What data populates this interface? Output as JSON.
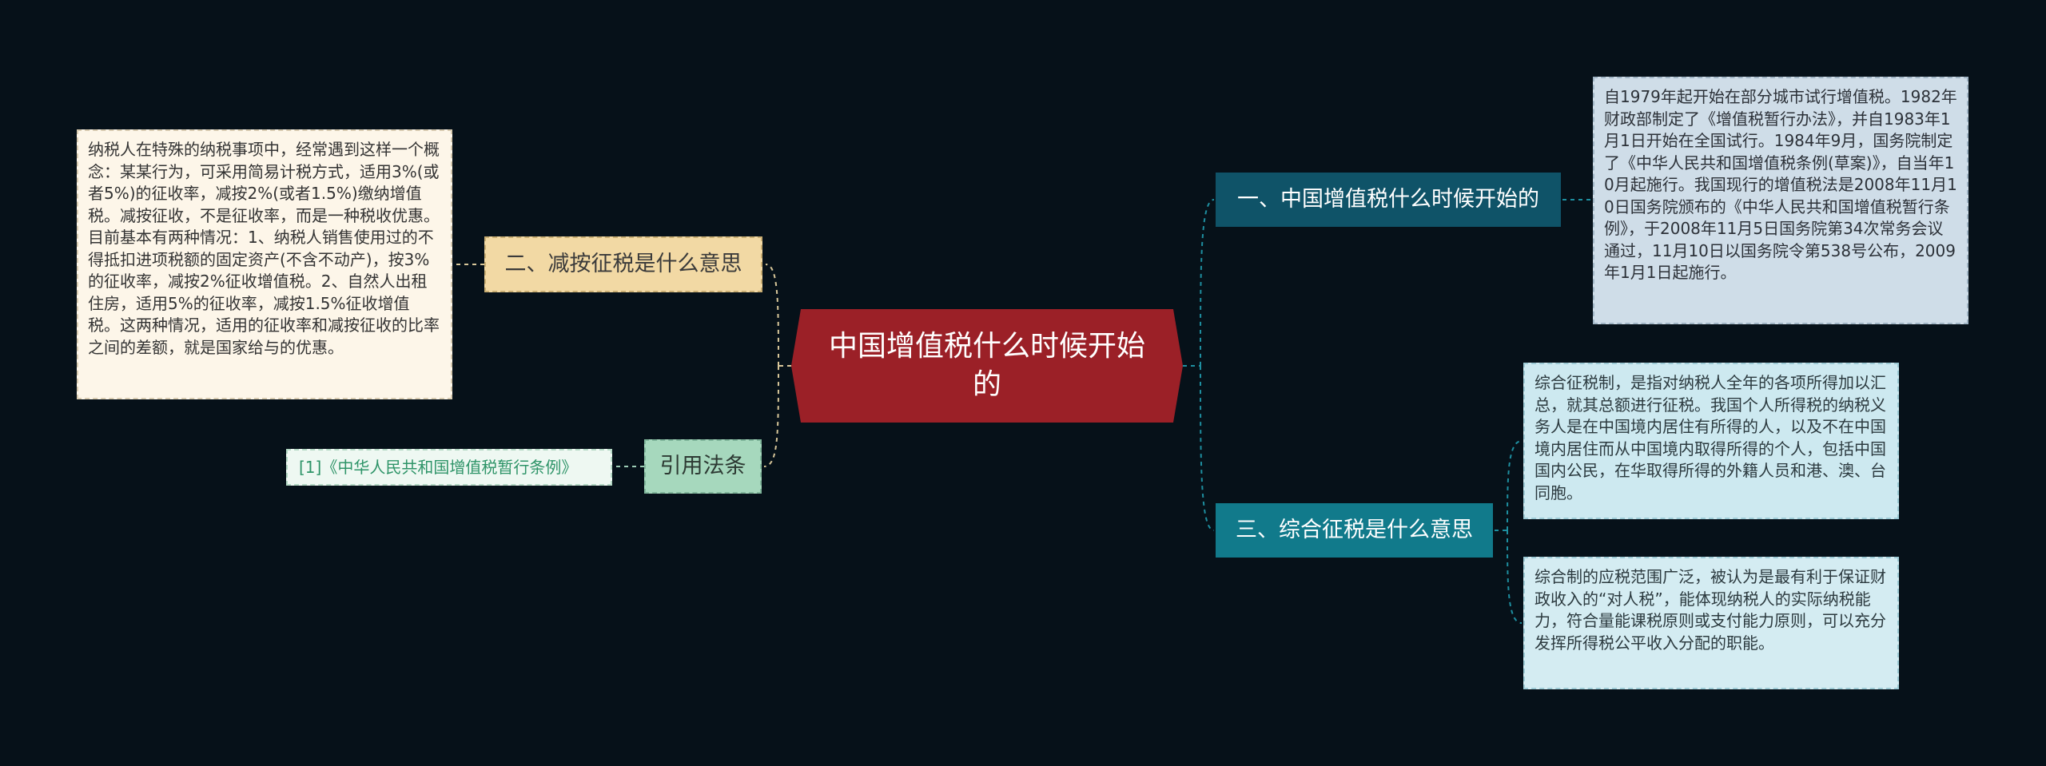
{
  "mindmap": {
    "center": {
      "title": "中国增值税什么时候开始的"
    },
    "topics": [
      {
        "label": "一、中国增值税什么时候开始的",
        "details": [
          "自1979年起开始在部分城市试行增值税。1982年财政部制定了《增值税暂行办法》，并自1983年1月1日开始在全国试行。1984年9月，国务院制定了《中华人民共和国增值税条例(草案)》，自当年10月起施行。我国现行的增值税法是2008年11月10日国务院颁布的《中华人民共和国增值税暂行条例》，于2008年11月5日国务院第34次常务会议通过，11月10日以国务院令第538号公布，2009年1月1日起施行。"
        ]
      },
      {
        "label": "二、减按征税是什么意思",
        "details": [
          "纳税人在特殊的纳税事项中，经常遇到这样一个概念：某某行为，可采用简易计税方式，适用3%(或者5%)的征收率，减按2%(或者1.5%)缴纳增值税。减按征收，不是征收率，而是一种税收优惠。目前基本有两种情况：1、纳税人销售使用过的不得抵扣进项税额的固定资产(不含不动产)，按3%的征收率，减按2%征收增值税。2、自然人出租住房，适用5%的征收率，减按1.5%征收增值税。这两种情况，适用的征收率和减按征收的比率之间的差额，就是国家给与的优惠。"
        ]
      },
      {
        "label": "三、综合征税是什么意思",
        "details": [
          "综合征税制，是指对纳税人全年的各项所得加以汇总，就其总额进行征税。我国个人所得税的纳税义务人是在中国境内居住有所得的人，以及不在中国境内居住而从中国境内取得所得的个人，包括中国国内公民，在华取得所得的外籍人员和港、澳、台同胞。",
          "综合制的应税范围广泛，被认为是最有利于保证财政收入的“对人税”，能体现纳税人的实际纳税能力，符合量能课税原则或支付能力原则，可以充分发挥所得税公平收入分配的职能。"
        ]
      },
      {
        "label": "引用法条",
        "details": [
          "[1]《中华人民共和国增值税暂行条例》"
        ]
      }
    ]
  },
  "colors": {
    "background": "#061119",
    "center": "#9b2027",
    "link_left": "#e0cfa0",
    "link_right": "#1e8fa0"
  }
}
